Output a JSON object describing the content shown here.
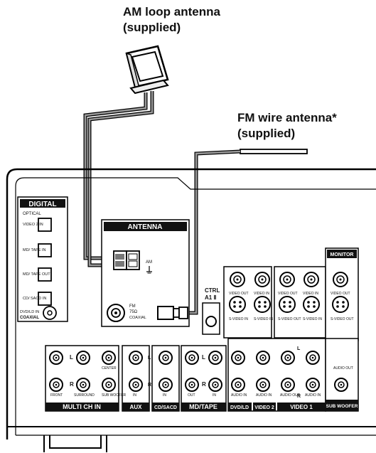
{
  "callouts": {
    "am_title": "AM loop antenna",
    "am_sub": "(supplied)",
    "fm_title": "FM wire antenna*",
    "fm_sub": "(supplied)"
  },
  "panels": {
    "digital": {
      "title": "DIGITAL",
      "optical": "OPTICAL",
      "inputs": [
        "VIDEO 2 IN",
        "MD/ TAPE IN",
        "MD/ TAPE OUT",
        "CD/ SACD IN"
      ],
      "dvd": "DVD/LD IN",
      "coaxial": "COAXIAL"
    },
    "antenna": {
      "title": "ANTENNA",
      "am": "AM",
      "fm": "FM",
      "ohm": "75Ω",
      "coaxial": "COAXIAL"
    },
    "ctrl": {
      "label1": "CTRL",
      "label2": "A1 Ⅱ"
    },
    "monitor": {
      "title": "MONITOR",
      "video_out": "VIDEO OUT",
      "svideo_out": "S-VIDEO OUT"
    },
    "video_labels": [
      "VIDEO OUT",
      "VIDEO IN",
      "VIDEO OUT",
      "VIDEO IN"
    ],
    "svideo_labels": [
      "S-VIDEO IN",
      "S-VIDEO IN",
      "S-VIDEO OUT",
      "S-VIDEO IN"
    ],
    "audio_labels": [
      "AUDIO IN",
      "AUDIO IN",
      "AUDIO OUT",
      "AUDIO IN"
    ],
    "audio_out": "AUDIO OUT",
    "multi_labels": [
      "CENTER",
      "FRONT",
      "SURROUND",
      "SUB WOOFER"
    ],
    "aux_in": "IN",
    "cd_in": "IN",
    "md_labels": [
      "OUT",
      "IN"
    ],
    "channel_l": "L",
    "channel_r": "R",
    "bottom_labels": [
      "MULTI CH IN",
      "AUX",
      "CD/SACD",
      "MD/TAPE",
      "DVD/LD",
      "VIDEO 2",
      "VIDEO 1",
      "SUB WOOFER"
    ]
  }
}
